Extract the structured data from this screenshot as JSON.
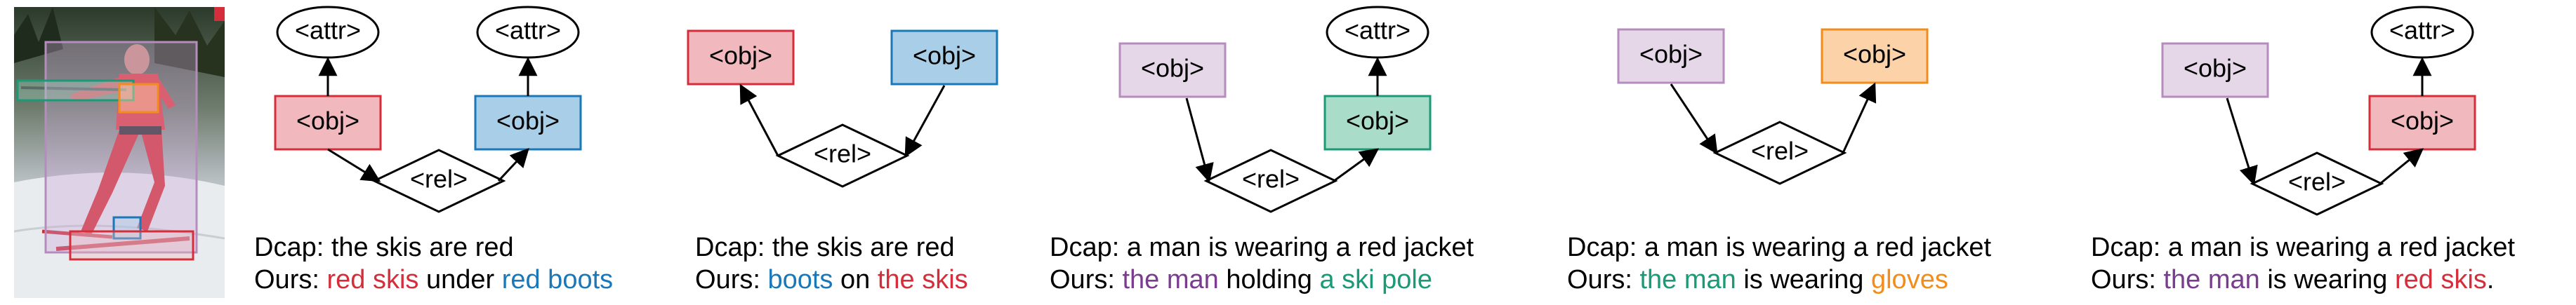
{
  "labels": {
    "obj": "<obj>",
    "attr": "<attr>",
    "rel": "<rel>"
  },
  "colors": {
    "red": "#d62d3a",
    "red_fill": "#f1b9be",
    "blue": "#1a78b8",
    "blue_fill": "#a9cfe8",
    "purple": "#7a3c8f",
    "purple_fill": "#e6d7e8",
    "purple_stroke": "#b58dbd",
    "teal": "#1a9a76",
    "teal_fill": "#a9dcc9",
    "orange": "#f28c1a",
    "orange_fill": "#fcd3a9"
  },
  "panels": [
    {
      "dcap": "Dcap: the skis are red",
      "ours": [
        {
          "t": "Ours: ",
          "c": ""
        },
        {
          "t": "red skis",
          "c": "red"
        },
        {
          "t": " under ",
          "c": ""
        },
        {
          "t": "red boots",
          "c": "blue"
        }
      ]
    },
    {
      "dcap": "Dcap: the skis are red",
      "ours": [
        {
          "t": "Ours: ",
          "c": ""
        },
        {
          "t": "boots",
          "c": "blue"
        },
        {
          "t": " on ",
          "c": ""
        },
        {
          "t": "the skis",
          "c": "red"
        }
      ]
    },
    {
      "dcap": "Dcap: a man is wearing a red jacket",
      "ours": [
        {
          "t": "Ours: ",
          "c": ""
        },
        {
          "t": "the man",
          "c": "purple"
        },
        {
          "t": " holding ",
          "c": ""
        },
        {
          "t": "a ski pole",
          "c": "teal"
        }
      ]
    },
    {
      "dcap": "Dcap: a man is wearing a red jacket",
      "ours": [
        {
          "t": "Ours: ",
          "c": ""
        },
        {
          "t": "the man",
          "c": "teal"
        },
        {
          "t": " is wearing ",
          "c": ""
        },
        {
          "t": "gloves",
          "c": "orange"
        }
      ]
    },
    {
      "dcap": "Dcap: a man is wearing a red jacket",
      "ours": [
        {
          "t": "Ours: ",
          "c": ""
        },
        {
          "t": "the man",
          "c": "purple"
        },
        {
          "t": " is wearing ",
          "c": ""
        },
        {
          "t": "red skis",
          "c": "red"
        },
        {
          "t": ".",
          "c": ""
        }
      ]
    }
  ]
}
